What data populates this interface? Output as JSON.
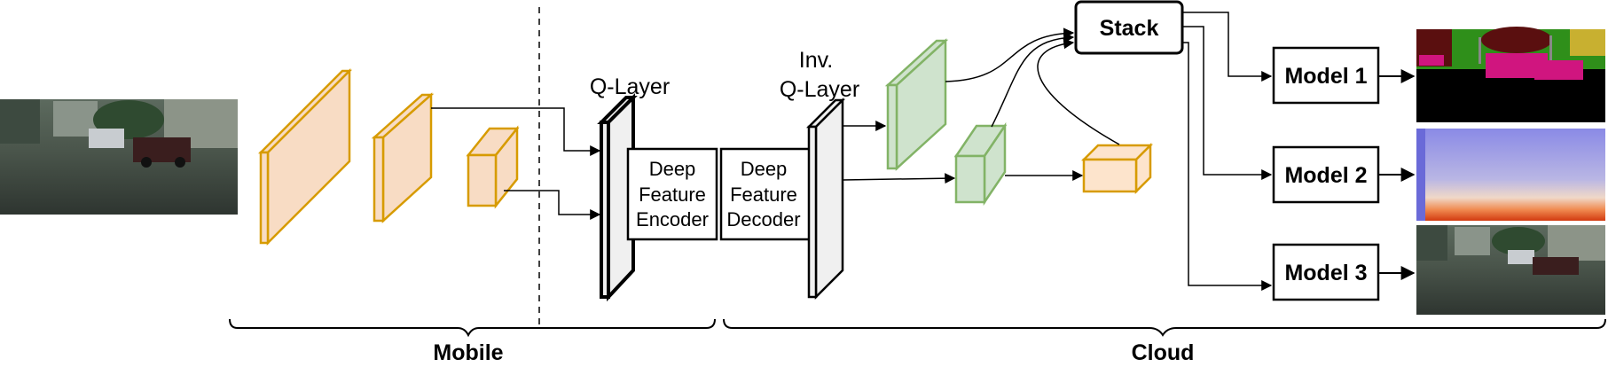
{
  "labels": {
    "q_layer": "Q-Layer",
    "inv_q_layer_line1": "Inv.",
    "inv_q_layer_line2": "Q-Layer",
    "encoder_line1": "Deep",
    "encoder_line2": "Feature",
    "encoder_line3": "Encoder",
    "decoder_line1": "Deep",
    "decoder_line2": "Feature",
    "decoder_line3": "Decoder",
    "stack": "Stack",
    "model1": "Model 1",
    "model2": "Model 2",
    "model3": "Model 3",
    "mobile": "Mobile",
    "cloud": "Cloud"
  },
  "colors": {
    "orange_fill": "#f8dcc4",
    "orange_stroke": "#d79b00",
    "green_fill": "#cfe3cd",
    "green_stroke": "#82b366",
    "seg_green": "#2f8f1a",
    "seg_magenta": "#d0157f",
    "seg_maroon": "#5a0f0f",
    "depth_blue": "#8080e0",
    "depth_orange": "#e85a20"
  }
}
